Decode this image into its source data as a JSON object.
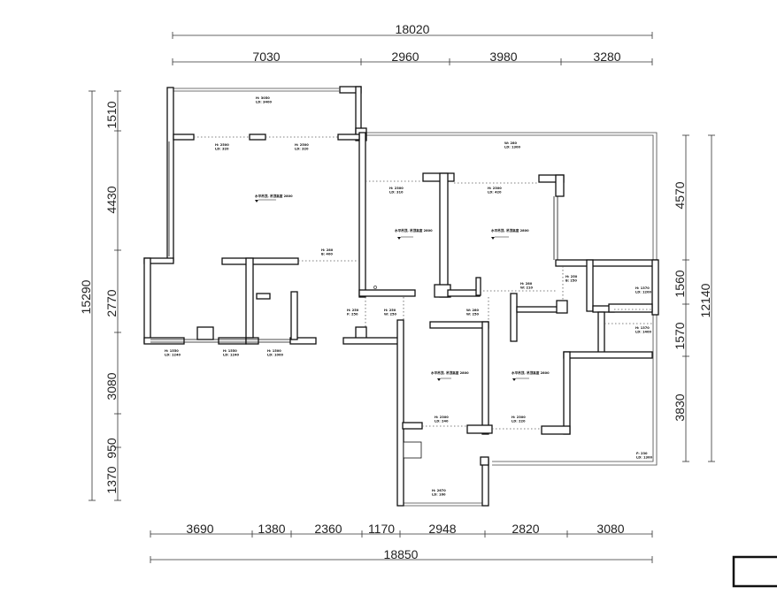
{
  "dimensions": {
    "top_total": "18020",
    "top": [
      "7030",
      "2960",
      "3980",
      "3280"
    ],
    "bottom": [
      "3690",
      "1380",
      "2360",
      "1170",
      "2948",
      "2820",
      "3080"
    ],
    "bottom_total": "18850",
    "left_total": "15290",
    "left": [
      "1510",
      "4430",
      "2770",
      "3080",
      "950",
      "1370"
    ],
    "right": [
      "4570",
      "1560",
      "1570",
      "3830"
    ],
    "right_total": "12140"
  },
  "room_notes": [
    "H: 3050\nLD: 3400",
    "H: 2500\nLD: 320",
    "H: 2500\nLD: 320",
    "W: 280\nLD: 1300",
    "H: 2300\nLD: 310",
    "H: 2300\nLD: 420",
    "H: 280\nB: 400",
    "H: 280\nW: 210",
    "H: 250\nB: 250",
    "H: 1370\nLD: 1200",
    "H: 250\nF: 250",
    "H: 250\nW: 250",
    "W: 280\nW: 250",
    "H: 1370\nLD: 1400",
    "H: 1550\nLD: 1240",
    "H: 1550\nLD: 1240",
    "H: 1500\nLD: 1000",
    "H: 2300\nLD: 240",
    "H: 2300\nLD: 220",
    "F: 230\nLD: 1300",
    "H: 2670\nLD: 160"
  ],
  "ceiling_marks": [
    "水平吊顶, 吊顶高度 2800",
    "水平吊顶, 吊顶高度 2800",
    "水平吊顶, 吊顶高度 2800",
    "水平吊顶, 吊顶高度 2800",
    "水平吊顶, 吊顶高度 2800"
  ],
  "badge_label": ""
}
